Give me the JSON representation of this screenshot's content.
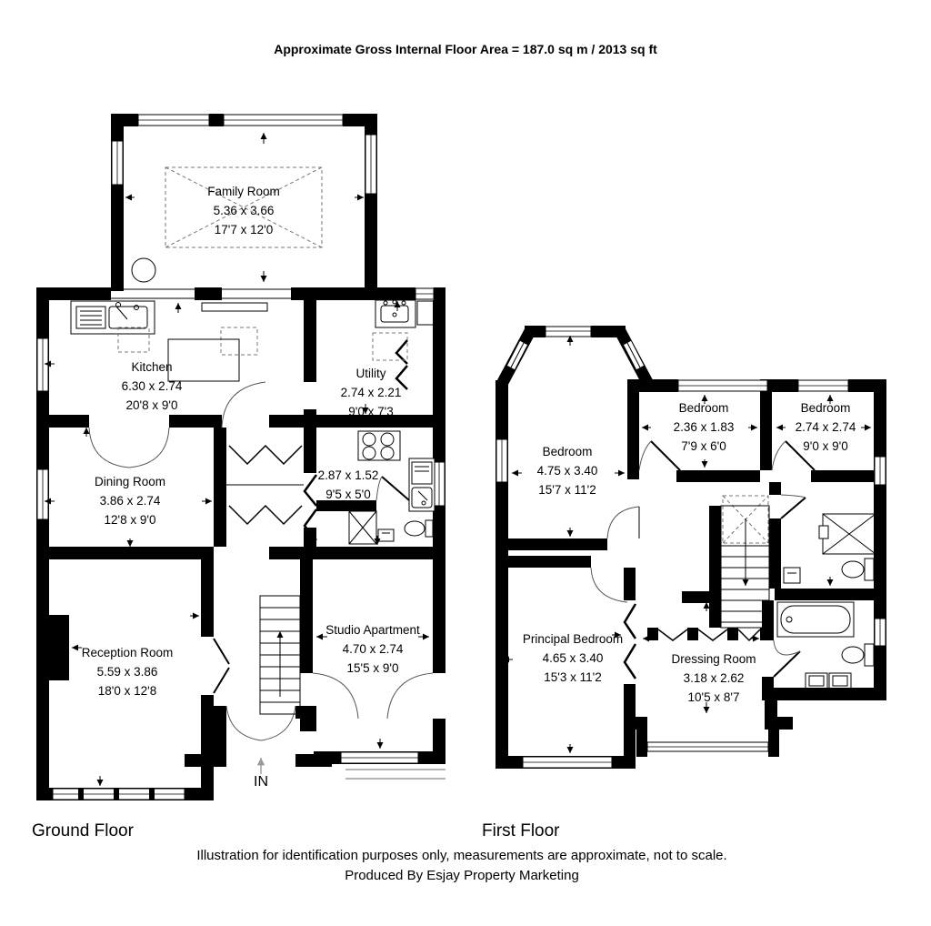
{
  "title": "Approximate Gross Internal Floor Area = 187.0 sq m / 2013 sq ft",
  "entrance": {
    "label": "IN"
  },
  "floors": {
    "ground": {
      "label": "Ground Floor",
      "rooms": [
        {
          "name": "Family Room",
          "metric": "5.36 x 3.66",
          "imperial": "17'7 x 12'0"
        },
        {
          "name": "Kitchen",
          "metric": "6.30 x 2.74",
          "imperial": "20'8 x 9'0"
        },
        {
          "name": "Utility",
          "metric": "2.74 x 2.21",
          "imperial": "9'0 x 7'3"
        },
        {
          "name": "Dining Room",
          "metric": "3.86 x 2.74",
          "imperial": "12'8 x 9'0"
        },
        {
          "name": "",
          "metric": "2.87 x 1.52",
          "imperial": "9'5 x 5'0"
        },
        {
          "name": "Reception Room",
          "metric": "5.59 x 3.86",
          "imperial": "18'0 x 12'8"
        },
        {
          "name": "Studio Apartment",
          "metric": "4.70 x 2.74",
          "imperial": "15'5 x 9'0"
        }
      ]
    },
    "first": {
      "label": "First Floor",
      "rooms": [
        {
          "name": "Bedroom",
          "metric": "4.75 x 3.40",
          "imperial": "15'7 x 11'2"
        },
        {
          "name": "Bedroom",
          "metric": "2.36 x 1.83",
          "imperial": "7'9 x 6'0"
        },
        {
          "name": "Bedroom",
          "metric": "2.74 x 2.74",
          "imperial": "9'0 x 9'0"
        },
        {
          "name": "Principal Bedroom",
          "metric": "4.65 x 3.40",
          "imperial": "15'3 x 11'2"
        },
        {
          "name": "Dressing Room",
          "metric": "3.18 x 2.62",
          "imperial": "10'5 x 8'7"
        }
      ]
    }
  },
  "footer": {
    "line1": "Illustration for identification purposes only, measurements are approximate, not to scale.",
    "line2": "Produced By Esjay Property Marketing"
  },
  "colors": {
    "wall": "#000000",
    "background": "#ffffff",
    "door_arc": "#555555"
  }
}
